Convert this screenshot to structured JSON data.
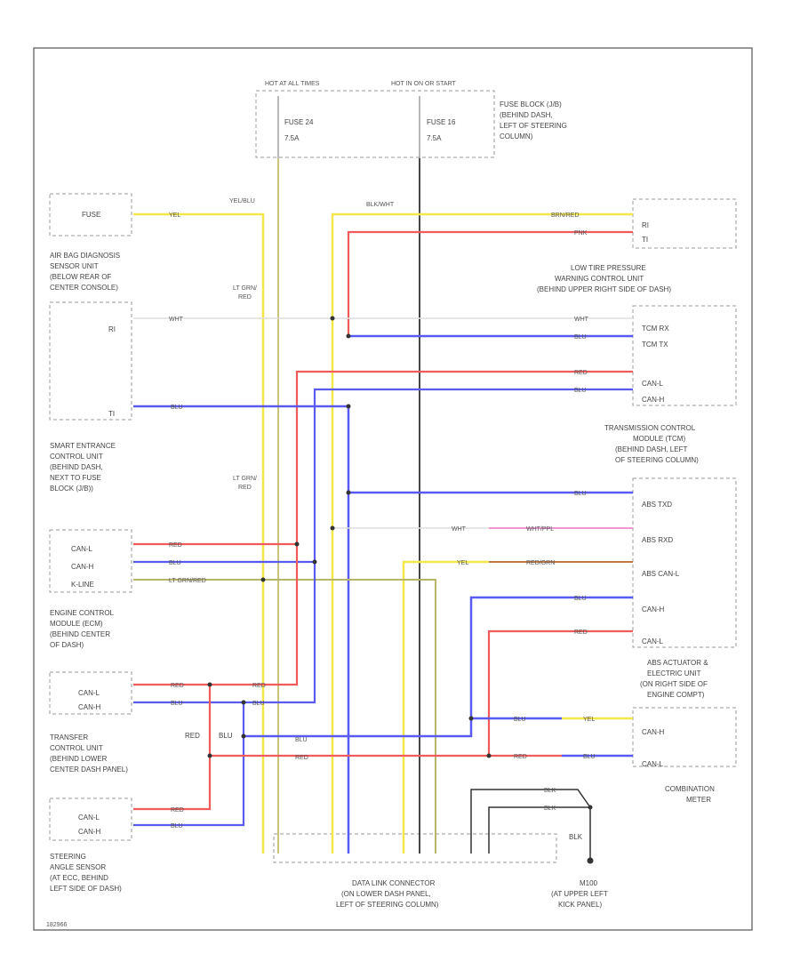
{
  "labels": {
    "hot_at_all_times": "HOT AT ALL TIMES",
    "hot_in_on_or_start": "HOT IN ON OR START",
    "fuse24": "FUSE 24",
    "fuse24_amp": "7.5A",
    "fuse16": "FUSE 16",
    "fuse16_amp": "7.5A",
    "fuse_block": "FUSE BLOCK (J/B) (BEHIND DASH, LEFT OF STEERING COLUMN)",
    "fuse_box": "FUSE",
    "air_bag": "AIR BAG DIAGNOSIS SENSOR UNIT (BELOW REAR OF CENTER CONSOLE)",
    "ri": "RI",
    "ti": "TI",
    "smart_entrance": "SMART ENTRANCE CONTROL UNIT (BEHIND DASH, NEXT TO FUSE BLOCK (J/B))",
    "can_l": "CAN-L",
    "can_h": "CAN-H",
    "k_line": "K-LINE",
    "ecm": "ENGINE CONTROL MODULE (ECM) (BEHIND CENTER OF DASH)",
    "transfer": "TRANSFER CONTROL UNIT (BEHIND LOWER CENTER DASH PANEL)",
    "steering": "STEERING ANGLE SENSOR (AT ECC, BEHIND LEFT SIDE OF DASH)",
    "low_tire": "LOW TIRE PRESSURE WARNING CONTROL UNIT (BEHIND UPPER RIGHT SIDE OF DASH)",
    "tcm_rx": "TCM RX",
    "tcm_tx": "TCM TX",
    "tcm": "TRANSMISSION CONTROL MODULE (TCM) (BEHIND DASH, LEFT OF STEERING COLUMN)",
    "abs_txd": "ABS TXD",
    "abs_rxd": "ABS RXD",
    "abs_can_l": "ABS CAN-L",
    "abs_actuator": "ABS ACTUATOR & ELECTRIC UNIT (ON RIGHT SIDE OF ENGINE COMPT)",
    "combination_meter": "COMBINATION METER",
    "data_link": "DATA LINK CONNECTOR (ON LOWER DASH PANEL, LEFT OF STEERING COLUMN)",
    "ground": "M100 (AT UPPER LEFT KICK PANEL)",
    "blk": "BLK",
    "yel": "YEL",
    "red": "RED",
    "blu": "BLU",
    "wht": "WHT",
    "yel_blu": "YEL/BLU",
    "blk_wht": "BLK/WHT",
    "lt_grn_red": "LT GRN/ RED",
    "brn_red": "BRN/RED",
    "pnk": "PNK",
    "lt_grn_red2": "LT GRN/RED",
    "red_grn": "RED/GRN",
    "wht_ppl": "WHT/PPL",
    "corner": "182966"
  },
  "colors": {
    "yellow": "#f2e84a",
    "red": "#f05a5a",
    "blue": "#5a5af0",
    "olive": "#b8b46a",
    "pink": "#ee88cc",
    "brown": "#c07a44",
    "black": "#333333"
  }
}
